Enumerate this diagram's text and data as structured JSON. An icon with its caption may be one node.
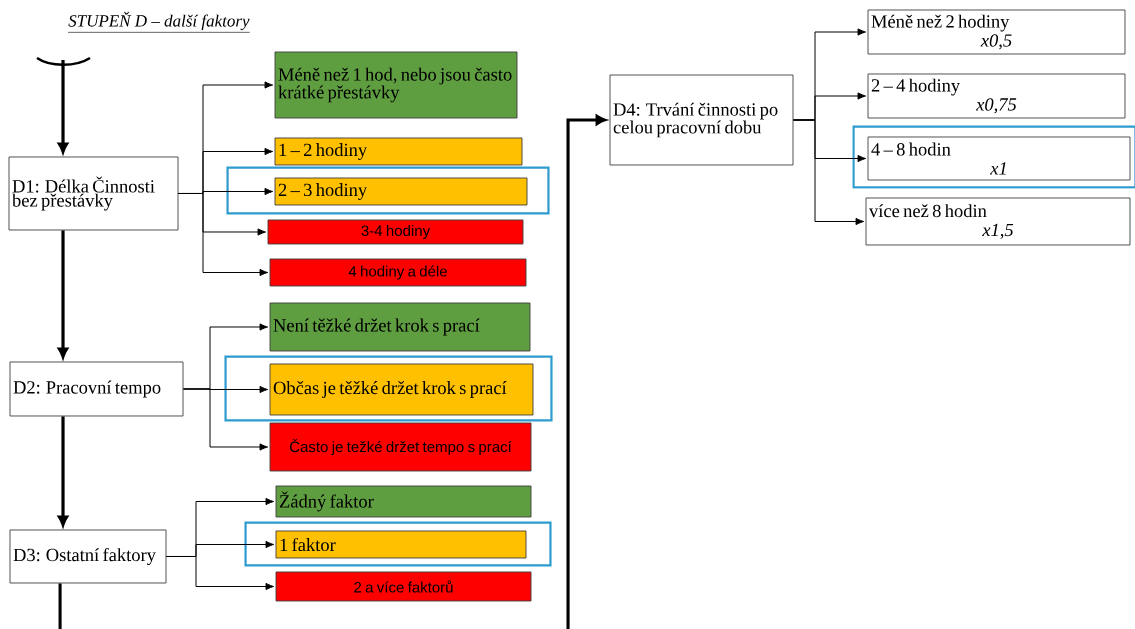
{
  "diagram": {
    "title": "STUPEŇ D – další faktory",
    "nodes": [
      {
        "text": [
          "D1: Délka Činnosti bez přestávky"
        ]
      },
      {
        "text": [
          "Méně než 1 hod, nebo jsou často krátké přestávky"
        ]
      },
      {
        "text": [
          "1 – 2 hodiny"
        ]
      },
      {
        "text": [],
        "shape": "box"
      },
      {
        "text": [
          "2 – 3 hodiny"
        ],
        "in": 3
      },
      {
        "text": [
          "3-4 hodiny"
        ]
      },
      {
        "text": [
          "4 hodiny a déle"
        ]
      },
      {
        "text": [
          "D2: Pracovní tempo"
        ]
      },
      {
        "text": [
          "Není těžké držet krok s prací"
        ]
      },
      {
        "text": [],
        "shape": "box"
      },
      {
        "text": [
          "Občas je těžké držet krok s prací"
        ],
        "in": 9
      },
      {
        "text": [
          "Často je težké držet tempo s prací"
        ]
      },
      {
        "text": [
          "D3: Ostatní faktory"
        ]
      },
      {
        "text": [
          "Žádný faktor"
        ]
      },
      {
        "text": [],
        "shape": "box"
      },
      {
        "text": [
          "1 faktor"
        ],
        "in": 14
      },
      {
        "text": [
          "2 a více faktorů"
        ]
      },
      {
        "text": [
          "D4: Trvání činnosti po celou pracovní dobu"
        ]
      },
      {
        "text": [
          "Méně než 2 hodiny",
          "x0,5"
        ]
      },
      {
        "text": [
          "2 – 4 hodiny",
          "x0,75"
        ]
      },
      {
        "text": [],
        "shape": "box"
      },
      {
        "text": [
          "4 – 8 hodin",
          "x1"
        ],
        "in": 20
      },
      {
        "text": [
          "více než 8 hodin",
          "x1,5"
        ]
      }
    ],
    "edges": [
      {
        "from": null,
        "to": 0,
        "arrow": "to",
        "style": "thick"
      },
      {
        "from": 0,
        "to": 1,
        "arrow": "to"
      },
      {
        "from": 0,
        "to": 2,
        "arrow": "to"
      },
      {
        "from": 0,
        "to": 4,
        "arrow": "to"
      },
      {
        "from": 0,
        "to": 5,
        "arrow": "to"
      },
      {
        "from": 0,
        "to": 6,
        "arrow": "to"
      },
      {
        "from": 0,
        "to": 7,
        "arrow": "to",
        "style": "thick"
      },
      {
        "from": 7,
        "to": 8,
        "arrow": "to"
      },
      {
        "from": 7,
        "to": 10,
        "arrow": "to"
      },
      {
        "from": 7,
        "to": 11,
        "arrow": "to"
      },
      {
        "from": 7,
        "to": 12,
        "arrow": "to",
        "style": "thick"
      },
      {
        "from": 12,
        "to": 13,
        "arrow": "to"
      },
      {
        "from": 12,
        "to": 15,
        "arrow": "to"
      },
      {
        "from": 12,
        "to": 16,
        "arrow": "to"
      },
      {
        "from": 12,
        "to": null,
        "arrow": "none",
        "style": "thick"
      },
      {
        "from": null,
        "to": 17,
        "arrow": "to",
        "style": "thick"
      },
      {
        "from": 17,
        "to": 18,
        "arrow": "to"
      },
      {
        "from": 17,
        "to": 19,
        "arrow": "to"
      },
      {
        "from": 17,
        "to": 21,
        "arrow": "to"
      },
      {
        "from": 17,
        "to": 22,
        "arrow": "to"
      }
    ]
  }
}
